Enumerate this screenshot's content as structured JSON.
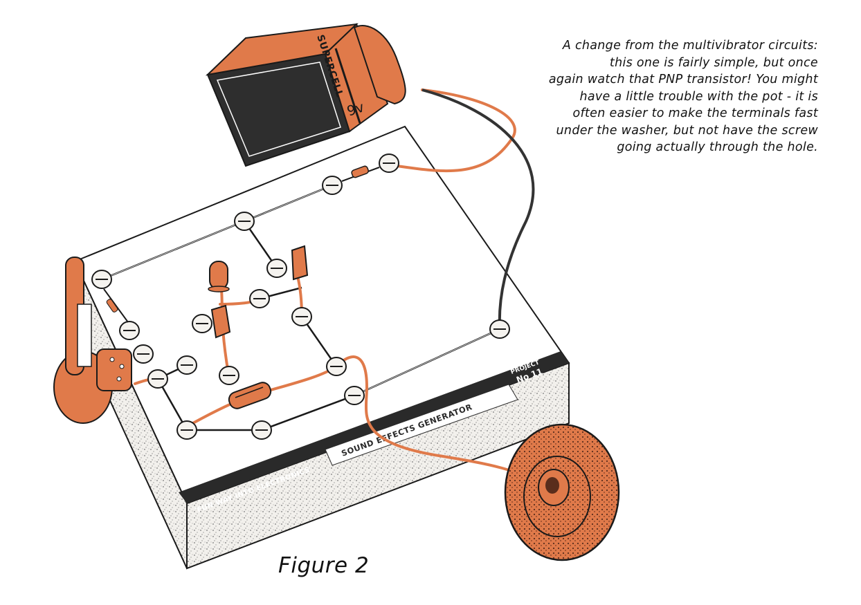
{
  "caption_lines": [
    "A change from the multivibrator circuits:",
    "this one is fairly simple, but once",
    "again watch that PNP transistor! You might",
    "have a little trouble with the pot - it is",
    "often easier to make the terminals fast",
    "under the washer, but not have the screw",
    "going actually through the hole."
  ],
  "figure_label": "Figure 2",
  "battery": {
    "brand": "SUPERCELL",
    "voltage": "9v"
  },
  "board": {
    "series_name": "'FUN WAY INTO ELECTRONICS'",
    "project_title": "SOUND EFFECTS GENERATOR",
    "project_label": "PROJECT",
    "project_number": "No 11"
  },
  "colors": {
    "orange": "#e07a4a",
    "dark": "#333333",
    "outline": "#1a1a1a",
    "board_side": "#e9e6e1"
  },
  "icons": [
    "battery-9v",
    "potentiometer",
    "speaker",
    "led",
    "transistor",
    "resistor",
    "capacitor"
  ]
}
